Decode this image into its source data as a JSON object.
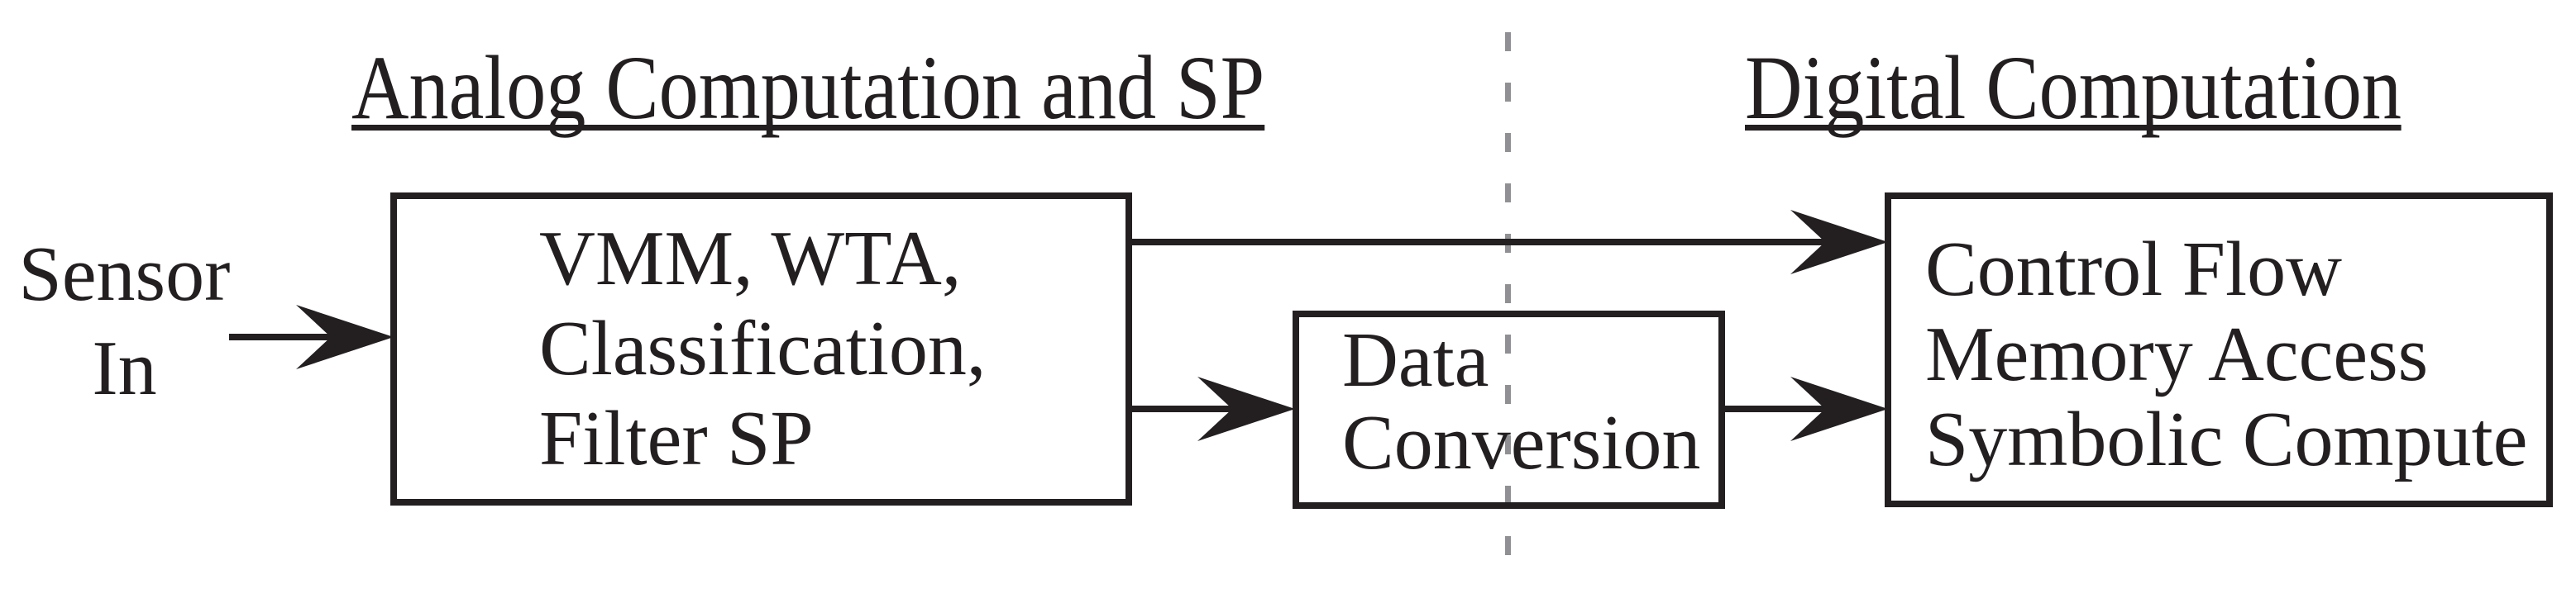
{
  "figure": {
    "left_heading": "Analog Computation and SP",
    "right_heading": "Digital Computation",
    "sensor": {
      "line1": "Sensor",
      "line2": "In"
    },
    "analog_box": {
      "lines": [
        "VMM, WTA,",
        "Classification,",
        "Filter SP"
      ]
    },
    "conversion_box": {
      "lines": [
        "Data",
        "Conversion"
      ]
    },
    "digital_box": {
      "lines": [
        "Control Flow",
        "Memory Access",
        "Symbolic Compute"
      ]
    },
    "colors": {
      "ink": "#231f20",
      "divider": "#909094",
      "background": "#ffffff"
    }
  }
}
